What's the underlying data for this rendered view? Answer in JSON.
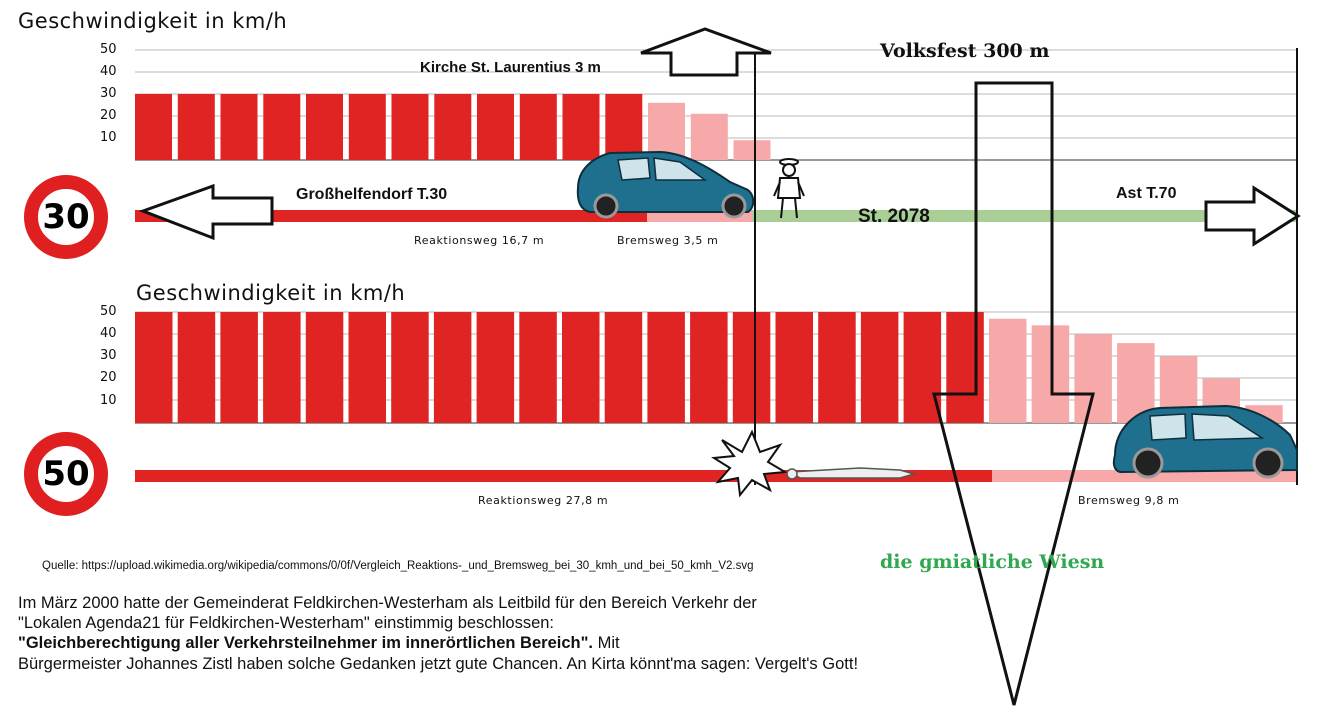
{
  "charts": [
    {
      "title": "Geschwindigkeit in km/h",
      "y_ticks": [
        50,
        40,
        30,
        20,
        10
      ],
      "speed_limit": "30",
      "reaction_label": "Reaktionsweg 16,7 m",
      "braking_label": "Bremsweg 3,5 m"
    },
    {
      "title": "Geschwindigkeit in km/h",
      "y_ticks": [
        50,
        40,
        30,
        20,
        10
      ],
      "speed_limit": "50",
      "reaction_label": "Reaktionsweg 27,8 m",
      "braking_label": "Bremsweg 9,8 m"
    }
  ],
  "chart_data": [
    {
      "type": "bar",
      "speed_limit_kmh": 30,
      "ylim": [
        0,
        50
      ],
      "reaction_distance_m": 16.7,
      "braking_distance_m": 3.5,
      "reaction_values": [
        30,
        30,
        30,
        30,
        30,
        30,
        30,
        30,
        30,
        30,
        30,
        30
      ],
      "braking_values": [
        26,
        21,
        9
      ],
      "colors": {
        "reaction": "#e02424",
        "braking": "#f7a8a8"
      }
    },
    {
      "type": "bar",
      "speed_limit_kmh": 50,
      "ylim": [
        0,
        50
      ],
      "reaction_distance_m": 27.8,
      "braking_distance_m": 9.8,
      "reaction_values": [
        50,
        50,
        50,
        50,
        50,
        50,
        50,
        50,
        50,
        50,
        50,
        50,
        50,
        50,
        50,
        50,
        50,
        50,
        50,
        50
      ],
      "braking_values": [
        47,
        44,
        40,
        36,
        30,
        20,
        8
      ],
      "colors": {
        "reaction": "#e02424",
        "braking": "#f7a8a8"
      }
    }
  ],
  "labels": {
    "kirche": "Kirche St. Laurentius 3 m",
    "volksfest": "Volksfest 300 m",
    "grosshelfendorf": "Großhelfendorf T.30",
    "ast": "Ast T.70",
    "strasse": "St. 2078",
    "wiesn": "die gmiatliche Wiesn",
    "source": "Quelle: https://upload.wikimedia.org/wikipedia/commons/0/0f/Vergleich_Reaktions-_und_Bremsweg_bei_30_kmh_und_bei_50_kmh_V2.svg"
  },
  "paragraph": {
    "line1": "Im März 2000 hatte der Gemeinderat Feldkirchen-Westerham als Leitbild für den Bereich Verkehr der",
    "line2": "\"Lokalen Agenda21 für Feldkirchen-Westerham\" einstimmig beschlossen:",
    "line3_bold": "\"Gleichberechtigung aller Verkehrsteilnehmer im innerörtlichen Bereich\".",
    "line3_rest": " Mit",
    "line4": "Bürgermeister Johannes Zistl haben solche Gedanken jetzt gute Chancen. An Kirta könnt'ma sagen: Vergelt's Gott!"
  },
  "colors": {
    "red": "#e02424",
    "pink": "#f7a8a8",
    "road_green": "#a9cf97",
    "car_blue": "#1f6f8f",
    "wiesn_green": "#2fa84f"
  }
}
